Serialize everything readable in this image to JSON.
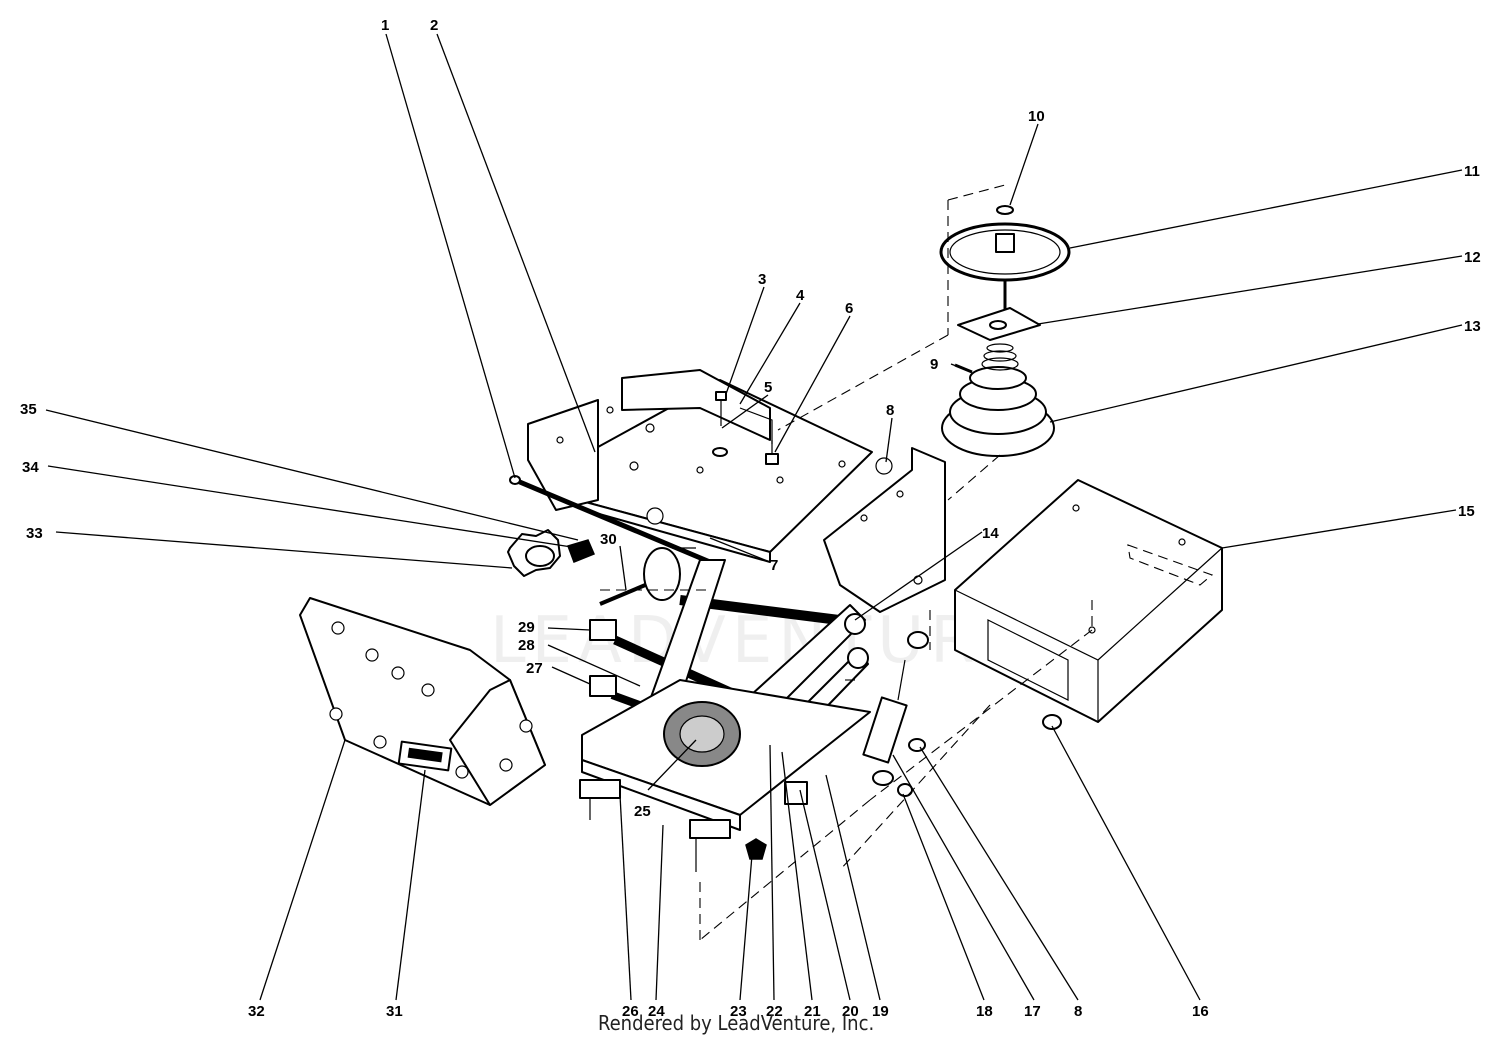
{
  "diagram": {
    "credit": "Rendered by LeadVenture, Inc.",
    "watermark": "LEADVENTURE",
    "callouts": [
      {
        "id": "1",
        "text": "1"
      },
      {
        "id": "2",
        "text": "2"
      },
      {
        "id": "3",
        "text": "3"
      },
      {
        "id": "4",
        "text": "4"
      },
      {
        "id": "5",
        "text": "5"
      },
      {
        "id": "6",
        "text": "6"
      },
      {
        "id": "7",
        "text": "7"
      },
      {
        "id": "8a",
        "text": "8"
      },
      {
        "id": "9",
        "text": "9"
      },
      {
        "id": "10",
        "text": "10"
      },
      {
        "id": "11",
        "text": "11"
      },
      {
        "id": "12",
        "text": "12"
      },
      {
        "id": "13",
        "text": "13"
      },
      {
        "id": "14",
        "text": "14"
      },
      {
        "id": "15",
        "text": "15"
      },
      {
        "id": "16",
        "text": "16"
      },
      {
        "id": "8b",
        "text": "8"
      },
      {
        "id": "17",
        "text": "17"
      },
      {
        "id": "18",
        "text": "18"
      },
      {
        "id": "19",
        "text": "19"
      },
      {
        "id": "20",
        "text": "20"
      },
      {
        "id": "21",
        "text": "21"
      },
      {
        "id": "22",
        "text": "22"
      },
      {
        "id": "23",
        "text": "23"
      },
      {
        "id": "24",
        "text": "24"
      },
      {
        "id": "26",
        "text": "26"
      },
      {
        "id": "25",
        "text": "25"
      },
      {
        "id": "27",
        "text": "27"
      },
      {
        "id": "28",
        "text": "28"
      },
      {
        "id": "29",
        "text": "29"
      },
      {
        "id": "30",
        "text": "30"
      },
      {
        "id": "31",
        "text": "31"
      },
      {
        "id": "32",
        "text": "32"
      },
      {
        "id": "33",
        "text": "33"
      },
      {
        "id": "34",
        "text": "34"
      },
      {
        "id": "35",
        "text": "35"
      }
    ]
  }
}
